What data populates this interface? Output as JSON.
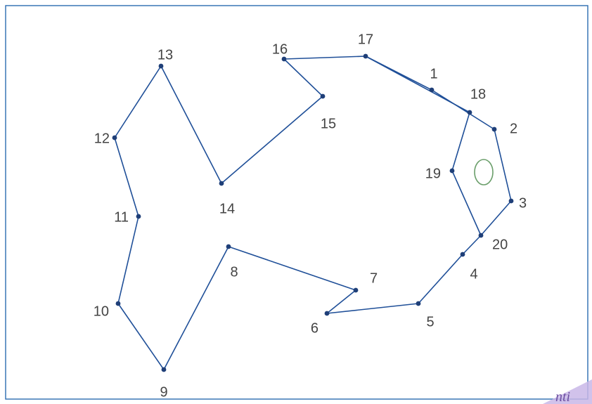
{
  "points": [
    {
      "id": "1",
      "label": "1"
    },
    {
      "id": "2",
      "label": "2"
    },
    {
      "id": "3",
      "label": "3"
    },
    {
      "id": "4",
      "label": "4"
    },
    {
      "id": "5",
      "label": "5"
    },
    {
      "id": "6",
      "label": "6"
    },
    {
      "id": "7",
      "label": "7"
    },
    {
      "id": "8",
      "label": "8"
    },
    {
      "id": "9",
      "label": "9"
    },
    {
      "id": "10",
      "label": "10"
    },
    {
      "id": "11",
      "label": "11"
    },
    {
      "id": "12",
      "label": "12"
    },
    {
      "id": "13",
      "label": "13"
    },
    {
      "id": "14",
      "label": "14"
    },
    {
      "id": "15",
      "label": "15"
    },
    {
      "id": "16",
      "label": "16"
    },
    {
      "id": "17",
      "label": "17"
    },
    {
      "id": "18",
      "label": "18"
    },
    {
      "id": "19",
      "label": "19"
    },
    {
      "id": "20",
      "label": "20"
    }
  ],
  "connections": [
    [
      "17",
      "1"
    ],
    [
      "1",
      "2"
    ],
    [
      "2",
      "3"
    ],
    [
      "3",
      "20"
    ],
    [
      "20",
      "4"
    ],
    [
      "4",
      "5"
    ],
    [
      "5",
      "6"
    ],
    [
      "6",
      "7"
    ],
    [
      "7",
      "8"
    ],
    [
      "8",
      "9"
    ],
    [
      "9",
      "10"
    ],
    [
      "10",
      "11"
    ],
    [
      "11",
      "12"
    ],
    [
      "12",
      "13"
    ],
    [
      "13",
      "14"
    ],
    [
      "14",
      "15"
    ],
    [
      "15",
      "16"
    ],
    [
      "16",
      "17"
    ],
    [
      "17",
      "18"
    ],
    [
      "18",
      "19"
    ],
    [
      "19",
      "20"
    ]
  ],
  "eye": {
    "shape": "oval"
  },
  "colors": {
    "frame": "#2a6bb0",
    "line": "#1f4f98",
    "dot": "#1f3f78",
    "label": "#444444",
    "eye": "#6a9e6a"
  },
  "watermark": {
    "text": "nti"
  }
}
